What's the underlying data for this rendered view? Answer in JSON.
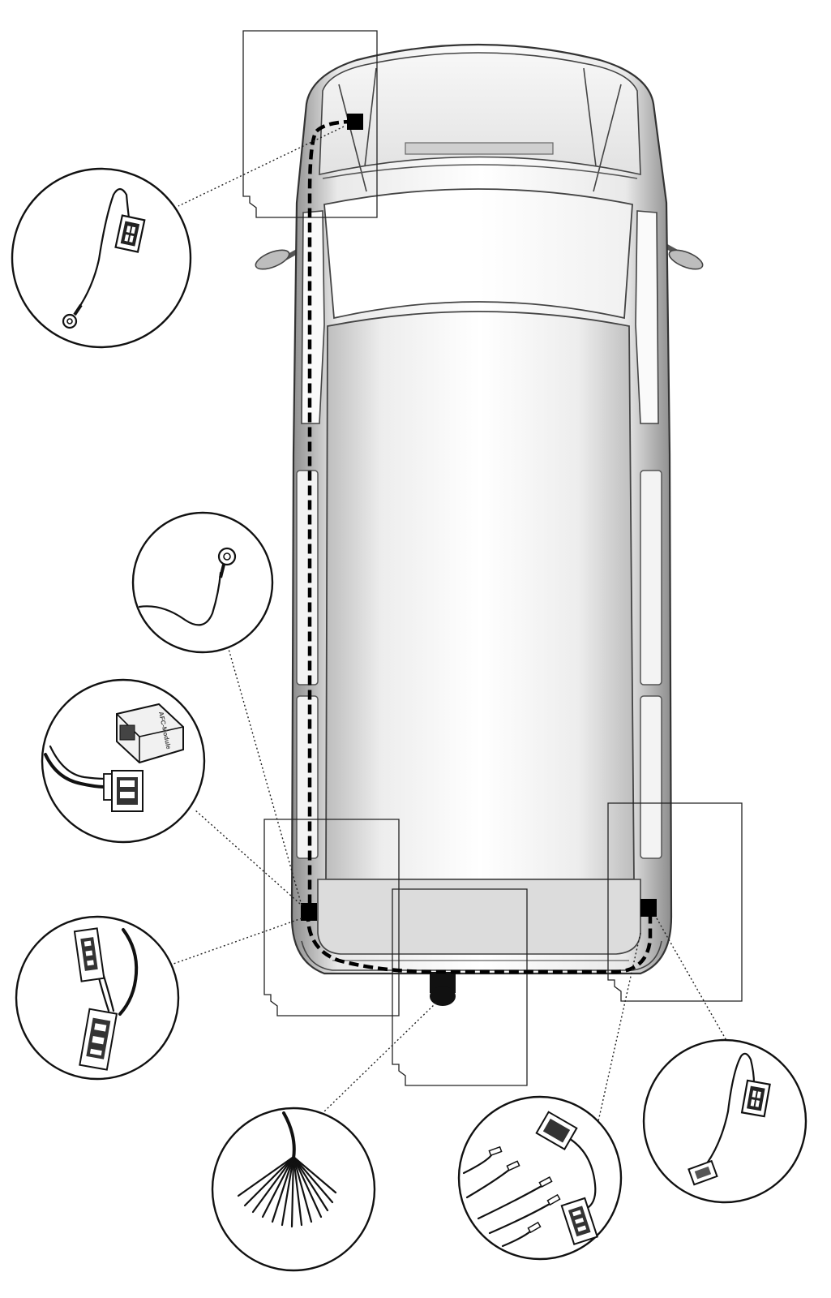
{
  "colors": {
    "outline": "#222222",
    "body_dark": "#9a9a9a",
    "body_light": "#f1f1f1",
    "rear_panel": "#dedede",
    "harness": "#000000",
    "detail_fill": "#ffffff"
  },
  "module_label": "AFC-Module",
  "detail_items": [
    {
      "name": "connector-with-ring-terminal-front-left",
      "icon": "connector-ring-terminal-icon"
    },
    {
      "name": "ground-ring-terminal",
      "icon": "ring-terminal-icon"
    },
    {
      "name": "afc-module-with-plug",
      "icon": "module-icon"
    },
    {
      "name": "t-connector-left-light",
      "icon": "t-connector-icon"
    },
    {
      "name": "socket-wire-bundle",
      "icon": "wire-bundle-icon"
    },
    {
      "name": "rear-light-connectors-with-pins",
      "icon": "pin-connector-icon"
    },
    {
      "name": "connector-rear-right",
      "icon": "connector-icon"
    }
  ]
}
